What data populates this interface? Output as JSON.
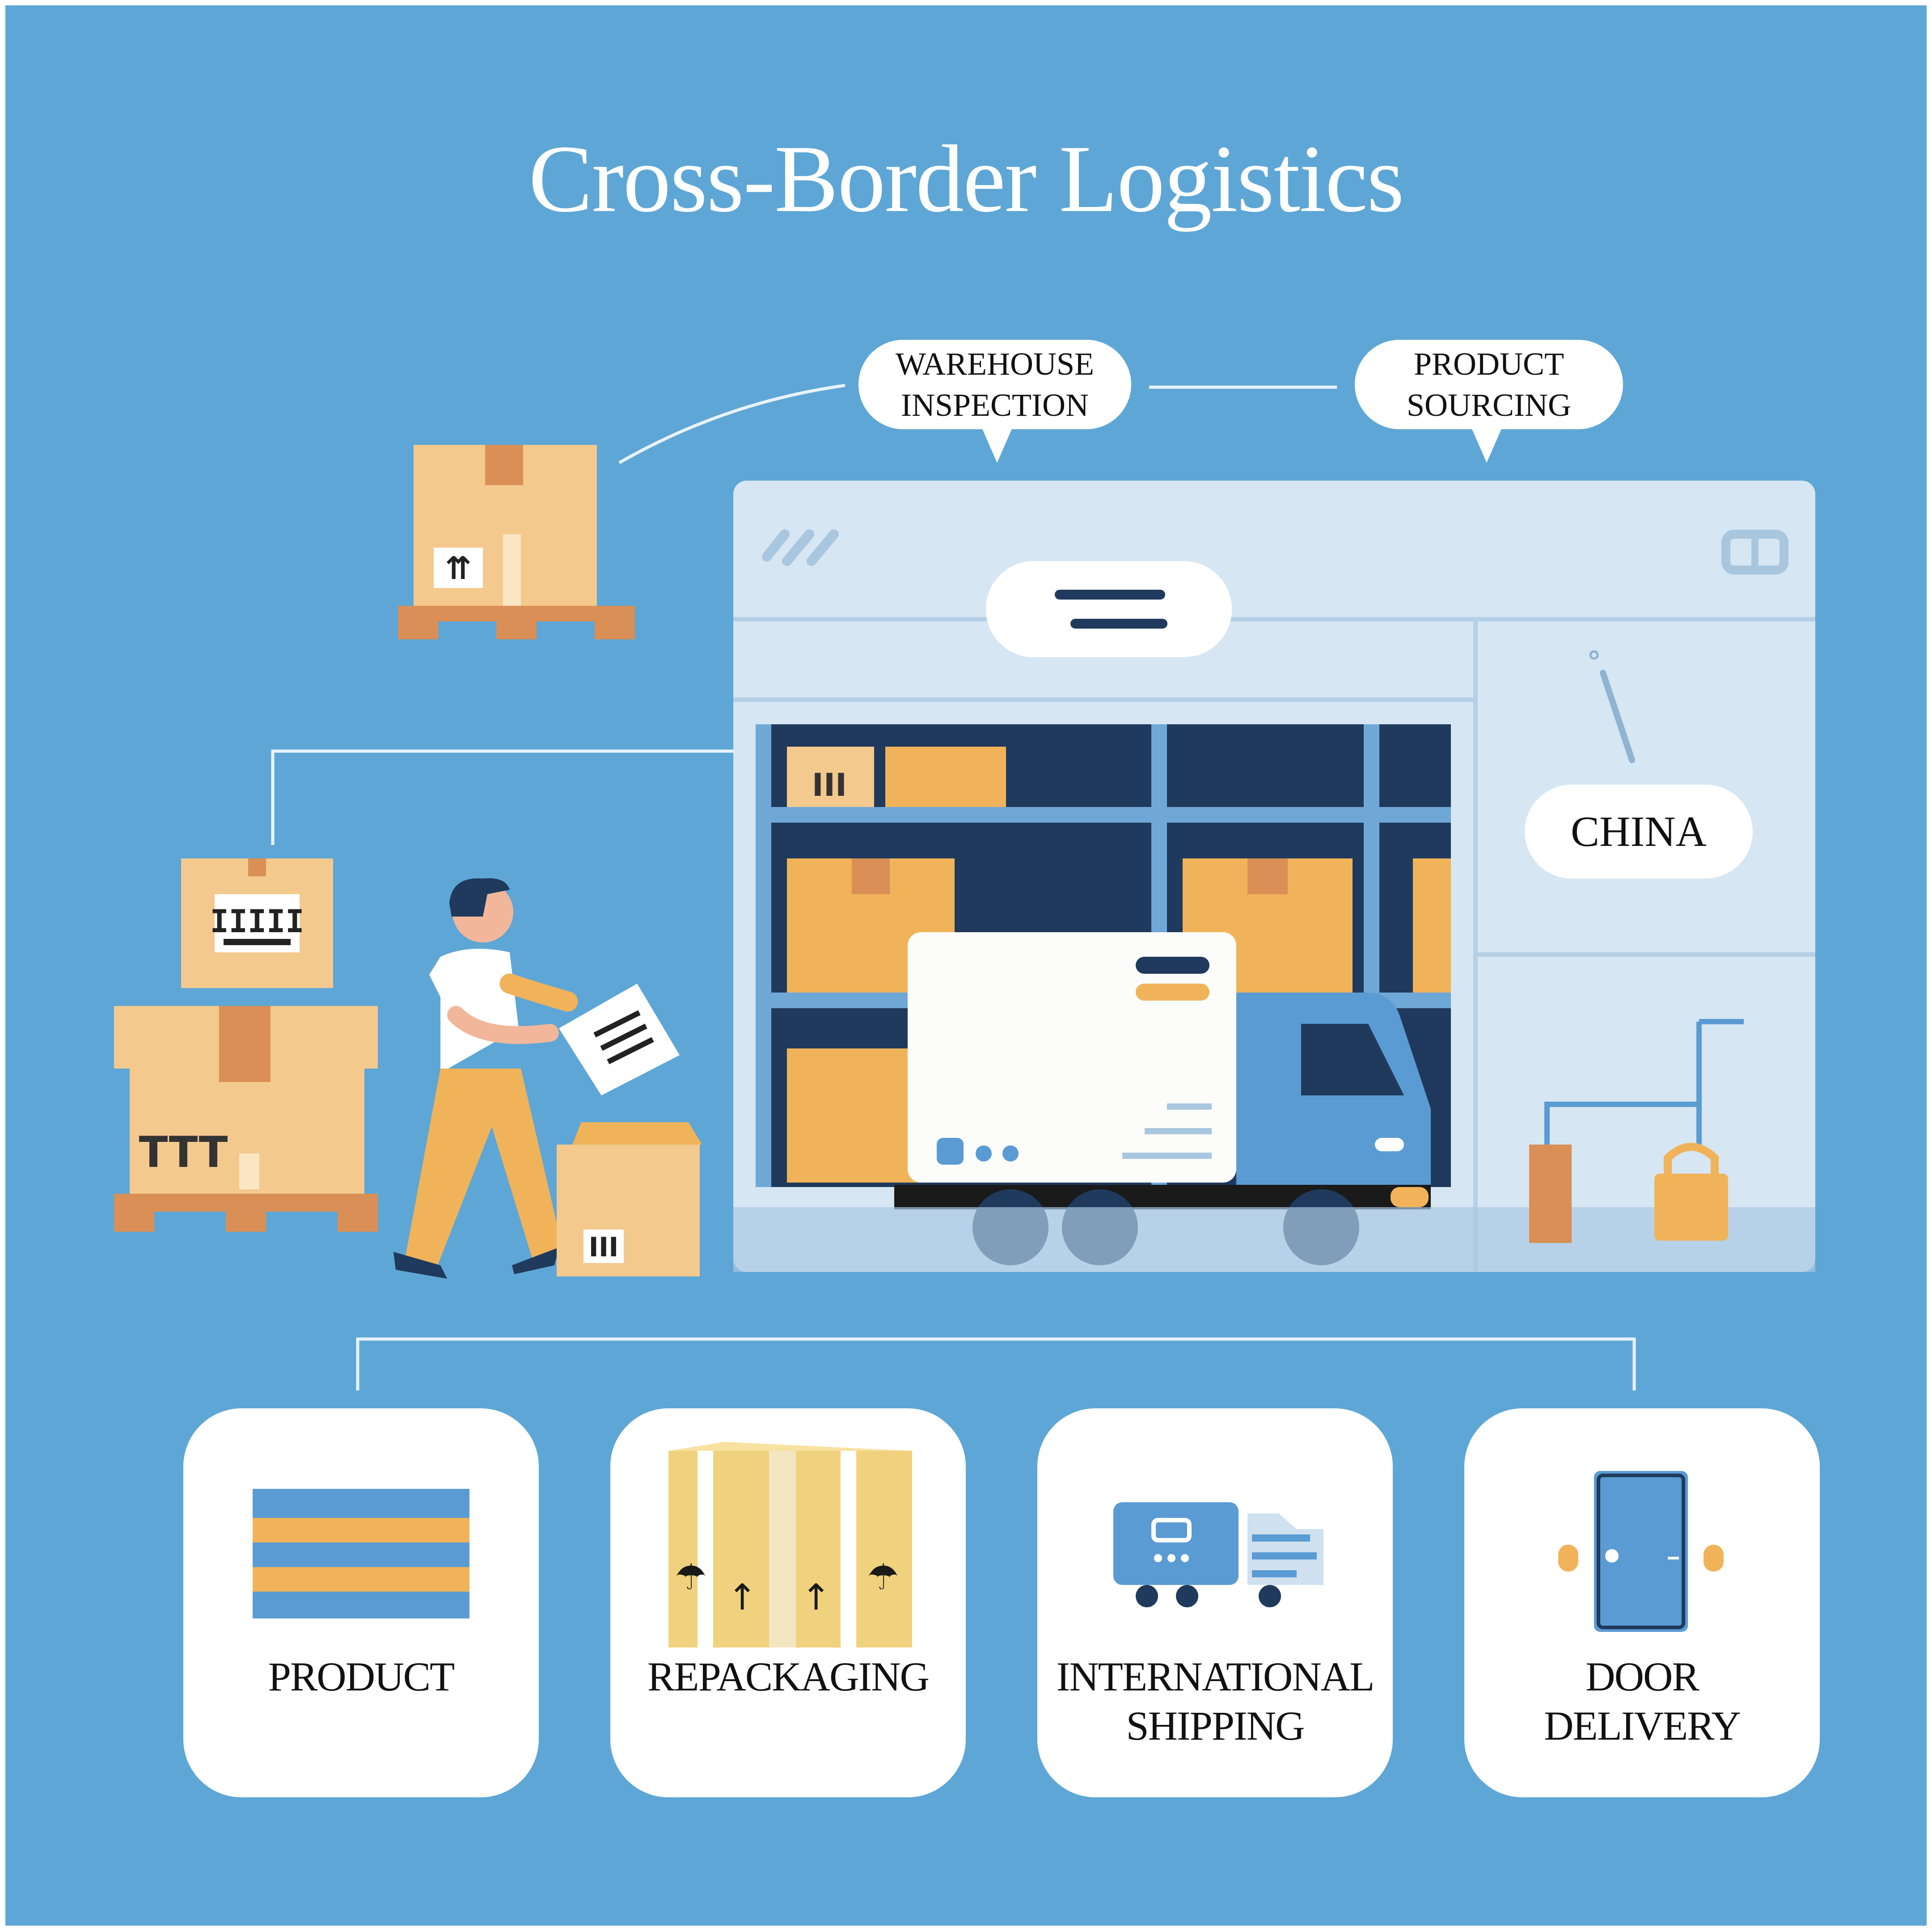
{
  "title": "Cross-Border Logistics",
  "bubbles": {
    "warehouse_inspection": "WAREHOUSE\nINSPECTION",
    "product_sourcing": "PRODUCT\nSOURCING",
    "china": "CHINA"
  },
  "cards": [
    {
      "label": "PRODUCT",
      "icon": "striped-flag-icon"
    },
    {
      "label": "REPACKAGING",
      "icon": "cardboard-box-icon"
    },
    {
      "label": "INTERNATIONAL\nSHIPPING",
      "icon": "delivery-truck-icon"
    },
    {
      "label": "DOOR\nDELIVERY",
      "icon": "door-icon"
    }
  ],
  "colors": {
    "background": "#5ea6d6",
    "panel": "#d6e6f3",
    "box_tan": "#f3c98e",
    "box_orange": "#f0b35a",
    "tape": "#d98f55",
    "navy": "#1f3a5c",
    "truck_blue": "#5b9bd3",
    "card": "#ffffff"
  }
}
